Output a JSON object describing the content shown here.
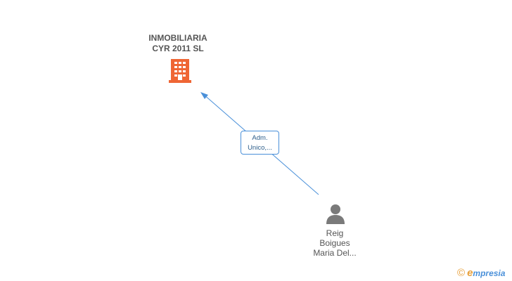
{
  "company": {
    "name_line1": "INMOBILIARIA",
    "name_line2": "CYR 2011 SL",
    "icon": "building-icon",
    "color": "#ef6634"
  },
  "relation": {
    "role_line1": "Adm.",
    "role_line2": "Unico,...",
    "color": "#4a90d9"
  },
  "person": {
    "name_line1": "Reig",
    "name_line2": "Boigues",
    "name_line3": "Maria Del...",
    "icon": "person-icon",
    "color": "#7a7a7a"
  },
  "brand": {
    "copyright": "©",
    "e_letter": "e",
    "rest": "mpresia"
  }
}
